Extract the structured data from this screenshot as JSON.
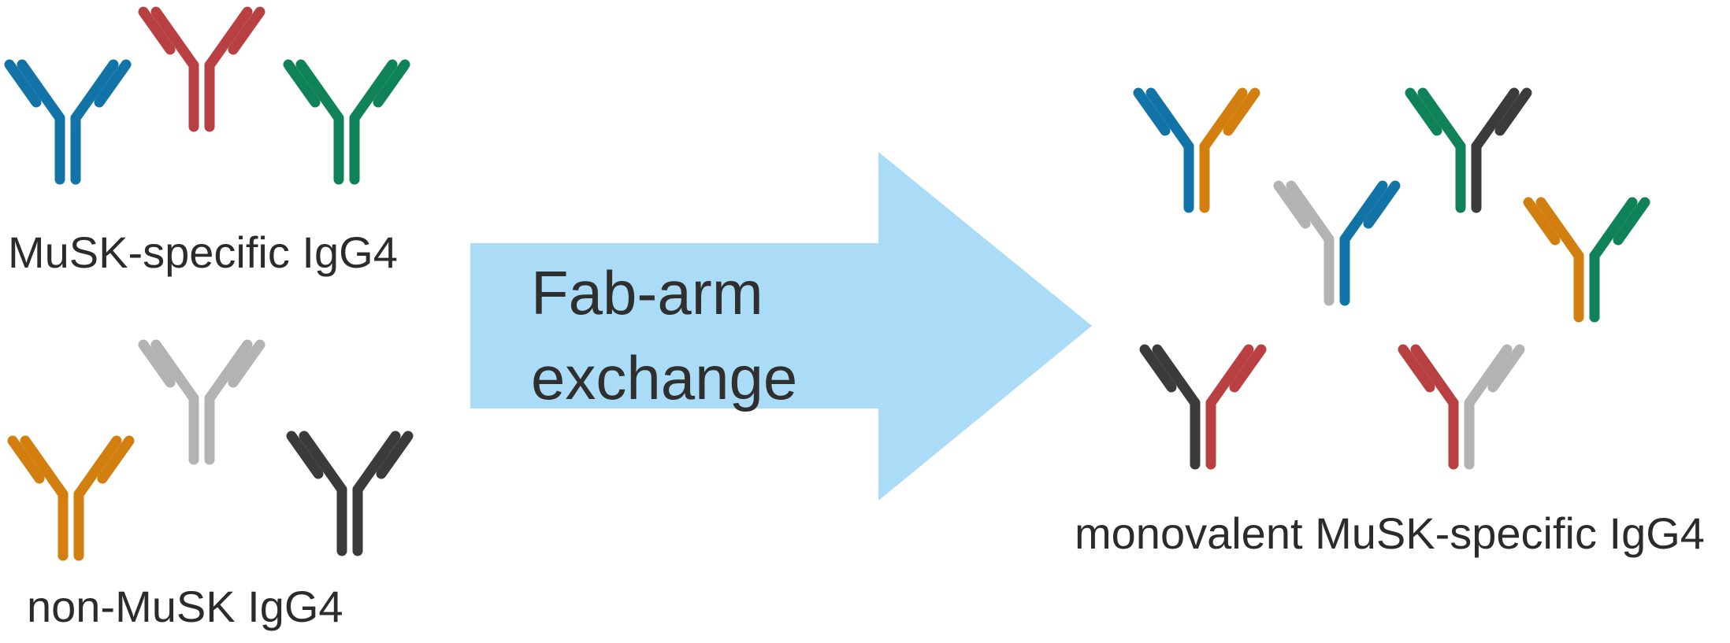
{
  "colors": {
    "blue": "#1273a6",
    "red": "#b84042",
    "green": "#0f8357",
    "gray": "#b3b3b3",
    "orange": "#d27f10",
    "dark": "#3b3b3b",
    "arrow": "#aadcf7",
    "text": "#2b2b2b"
  },
  "labels": {
    "musk_specific": "MuSK-specific IgG4",
    "non_musk": "non-MuSK IgG4",
    "process_line1": "Fab-arm",
    "process_line2": "exchange",
    "result": "monovalent MuSK-specific IgG4"
  },
  "groups": {
    "musk_specific": [
      {
        "left_arm": "blue",
        "right_arm": "blue"
      },
      {
        "left_arm": "red",
        "right_arm": "red"
      },
      {
        "left_arm": "green",
        "right_arm": "green"
      }
    ],
    "non_musk": [
      {
        "left_arm": "gray",
        "right_arm": "gray"
      },
      {
        "left_arm": "orange",
        "right_arm": "orange"
      },
      {
        "left_arm": "dark",
        "right_arm": "dark"
      }
    ],
    "monovalent": [
      {
        "left_arm": "blue",
        "right_arm": "orange"
      },
      {
        "left_arm": "green",
        "right_arm": "dark"
      },
      {
        "left_arm": "gray",
        "right_arm": "blue"
      },
      {
        "left_arm": "orange",
        "right_arm": "green"
      },
      {
        "left_arm": "dark",
        "right_arm": "red"
      },
      {
        "left_arm": "red",
        "right_arm": "gray"
      }
    ]
  }
}
